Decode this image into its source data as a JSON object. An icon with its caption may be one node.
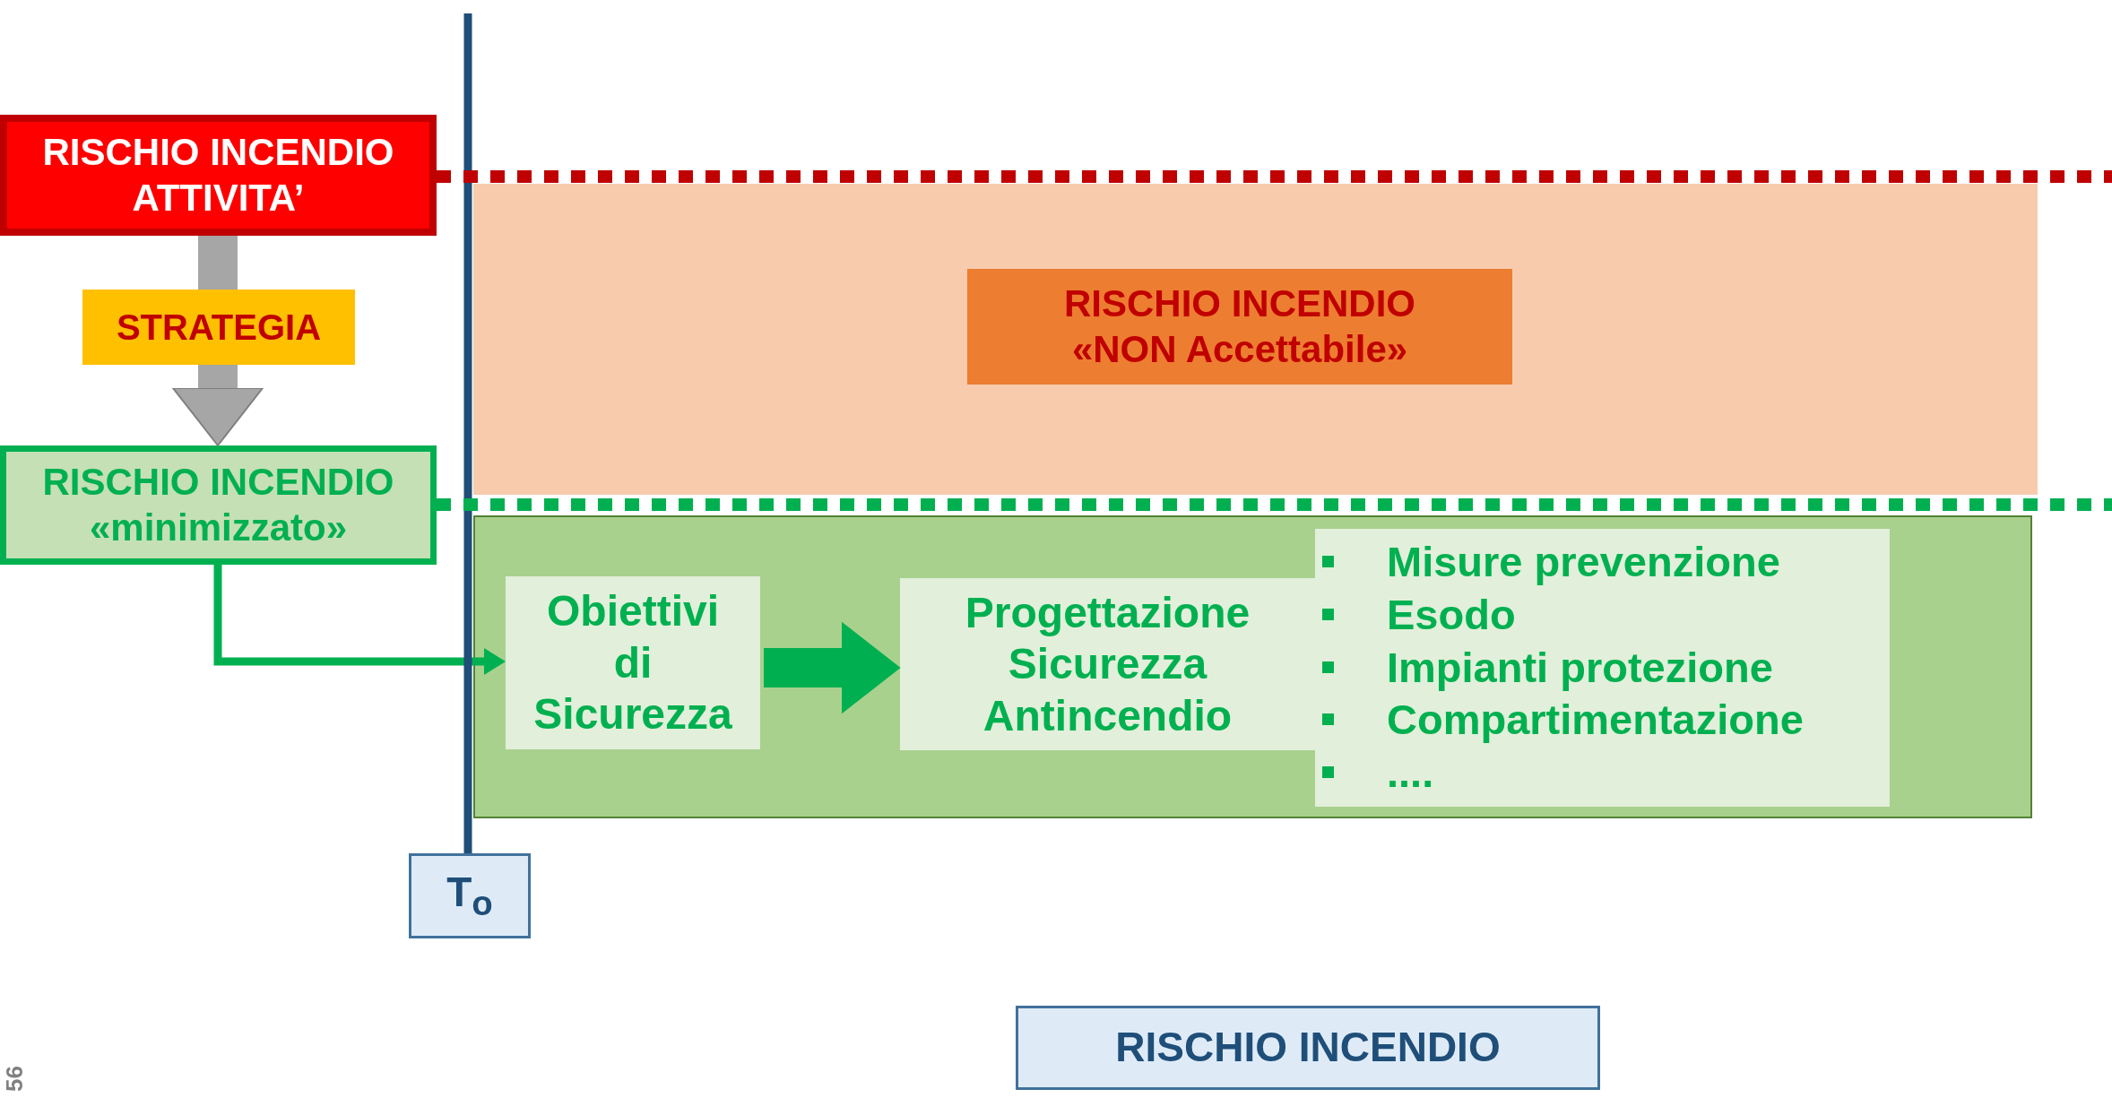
{
  "diagram": {
    "nodes": [
      {
        "text": [
          "RISCHIO INCENDIO ATTIVITA’"
        ]
      },
      {
        "text": [
          "STRATEGIA"
        ]
      },
      {
        "text": [
          "RISCHIO INCENDIO «minimizzato»"
        ]
      },
      {
        "text": [],
        "shape": "box"
      },
      {
        "text": [
          "RISCHIO INCENDIO «NON Accettabile»"
        ],
        "in": 3
      },
      {
        "text": [],
        "shape": "box"
      },
      {
        "text": [
          "Obiettivi di Sicurezza"
        ],
        "in": 5
      },
      {
        "text": [
          "Progettazione Sicurezza Antincendio"
        ],
        "in": 5
      },
      {
        "text": [
          "Misure prevenzione",
          "Esodo",
          "Impianti protezione",
          "Compartimentazione",
          "...."
        ],
        "in": 5
      },
      {
        "text": [
          "T$_{o}$"
        ]
      },
      {
        "text": [
          "RISCHIO INCENDIO"
        ]
      }
    ],
    "edges": [
      {
        "from": 0,
        "to": 1,
        "arrow": "none",
        "style": "thick",
        "color": "#a6a6a6"
      },
      {
        "from": 1,
        "to": 2,
        "arrow": "to",
        "style": "thick",
        "color": "#a6a6a6"
      },
      {
        "from": 2,
        "to": 6,
        "arrow": "to",
        "color": "#00b050"
      },
      {
        "from": 6,
        "to": 7,
        "arrow": "to",
        "style": "thick",
        "color": "#00b050"
      },
      {
        "from": null,
        "to": 9,
        "arrow": "none",
        "color": "#1f4e79"
      },
      {
        "from": 0,
        "to": null,
        "arrow": "none",
        "style": "dashed",
        "color": "#c00000"
      },
      {
        "from": 2,
        "to": null,
        "arrow": "none",
        "style": "dashed",
        "color": "#00b050"
      }
    ],
    "labels": [
      "56"
    ]
  }
}
